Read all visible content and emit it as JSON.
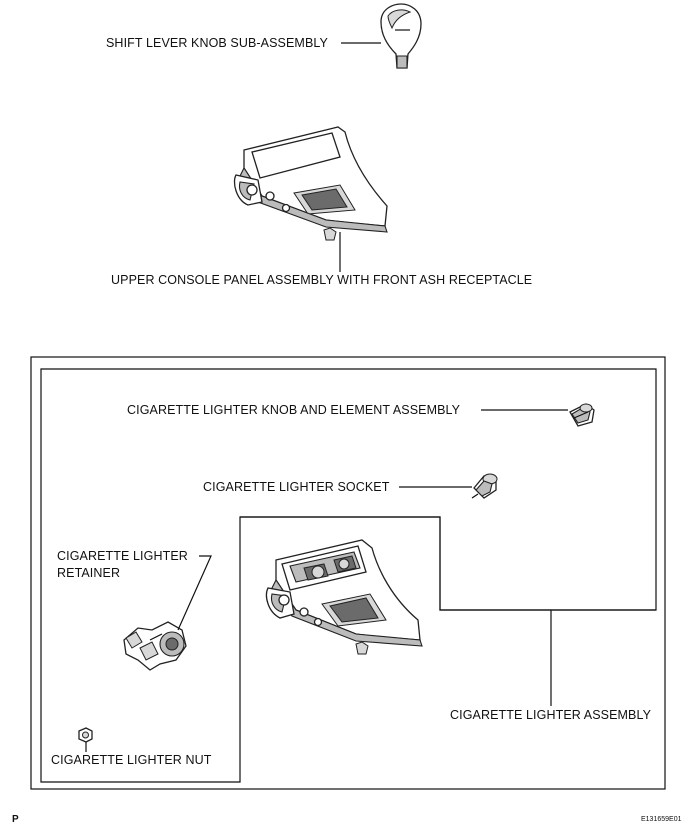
{
  "labels": {
    "shift_knob": "SHIFT LEVER KNOB SUB-ASSEMBLY",
    "upper_console": "UPPER CONSOLE PANEL ASSEMBLY WITH FRONT ASH RECEPTACLE",
    "lighter_knob": "CIGARETTE LIGHTER KNOB AND ELEMENT ASSEMBLY",
    "lighter_socket": "CIGARETTE LIGHTER SOCKET",
    "lighter_retainer_line1": "CIGARETTE LIGHTER",
    "lighter_retainer_line2": "RETAINER",
    "lighter_assembly": "CIGARETTE LIGHTER ASSEMBLY",
    "lighter_nut": "CIGARETTE LIGHTER NUT"
  },
  "footer": {
    "page_mark": "P",
    "figure_code": "E131659E01"
  }
}
